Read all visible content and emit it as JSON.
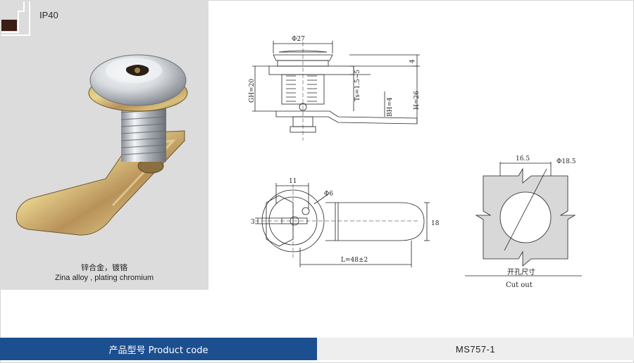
{
  "ip_rating": "IP40",
  "material": {
    "cn": "锌合金，镀铬",
    "en": "Zina alloy , plating chromium"
  },
  "drawing": {
    "side_view": {
      "diameter": "Φ27",
      "gh": "GH=20",
      "ts": "Ts=1.5~5",
      "bh": "BH=4",
      "h": "H=26",
      "top": "4"
    },
    "front_view": {
      "width_11": "11",
      "hole": "Φ6",
      "dim_3": "3",
      "height_18": "18",
      "length": "L=48±2"
    },
    "cutout": {
      "width": "16.5",
      "diameter": "Φ18.5",
      "label_cn": "开孔尺寸",
      "label_en": "Cut out"
    }
  },
  "footer": {
    "label": "产品型号  Product code",
    "code": "MS757-1"
  },
  "colors": {
    "footer_blue": "#1c4f8f",
    "photo_bg": "#dcdcdc"
  }
}
